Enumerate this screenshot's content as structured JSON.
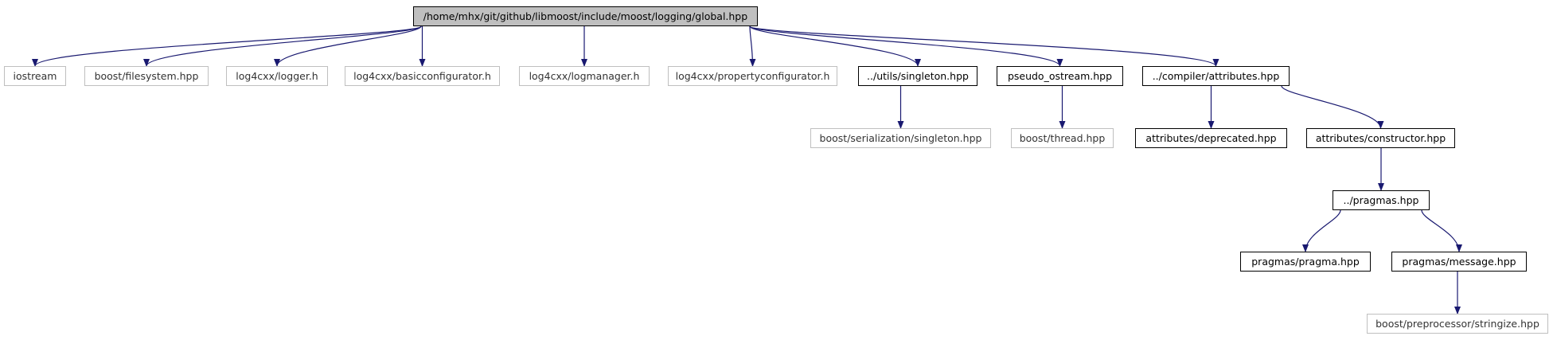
{
  "nodes": {
    "root": "/home/mhx/git/github/libmoost/include/moost/logging/global.hpp",
    "iostream": "iostream",
    "filesystem": "boost/filesystem.hpp",
    "logger": "log4cxx/logger.h",
    "basicconfigurator": "log4cxx/basicconfigurator.h",
    "logmanager": "log4cxx/logmanager.h",
    "propertyconfigurator": "log4cxx/propertyconfigurator.h",
    "singleton": "../utils/singleton.hpp",
    "pseudo_ostream": "pseudo_ostream.hpp",
    "attributes": "../compiler/attributes.hpp",
    "boost_serialization_singleton": "boost/serialization/singleton.hpp",
    "boost_thread": "boost/thread.hpp",
    "deprecated": "attributes/deprecated.hpp",
    "constructor": "attributes/constructor.hpp",
    "pragmas": "../pragmas.hpp",
    "pragma": "pragmas/pragma.hpp",
    "message": "pragmas/message.hpp",
    "stringize": "boost/preprocessor/stringize.hpp"
  },
  "edges": [
    [
      "root",
      "iostream"
    ],
    [
      "root",
      "filesystem"
    ],
    [
      "root",
      "logger"
    ],
    [
      "root",
      "basicconfigurator"
    ],
    [
      "root",
      "logmanager"
    ],
    [
      "root",
      "propertyconfigurator"
    ],
    [
      "root",
      "singleton"
    ],
    [
      "root",
      "pseudo_ostream"
    ],
    [
      "root",
      "attributes"
    ],
    [
      "singleton",
      "boost_serialization_singleton"
    ],
    [
      "pseudo_ostream",
      "boost_thread"
    ],
    [
      "attributes",
      "deprecated"
    ],
    [
      "attributes",
      "constructor"
    ],
    [
      "constructor",
      "pragmas"
    ],
    [
      "pragmas",
      "pragma"
    ],
    [
      "pragmas",
      "message"
    ],
    [
      "message",
      "stringize"
    ]
  ],
  "colors": {
    "edge": "#191970",
    "root_fill": "#bfbfbf",
    "local_border": "#000000",
    "external_border": "#bfbfbf"
  }
}
